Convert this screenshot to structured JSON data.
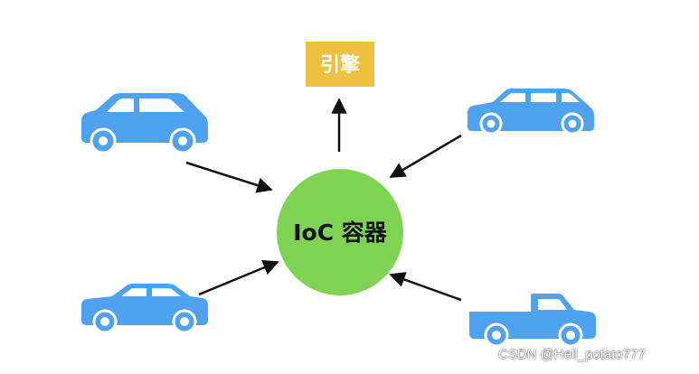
{
  "center": {
    "label": "IoC 容器"
  },
  "engine": {
    "label": "引擎"
  },
  "watermark": "CSDN @Hell_potato777",
  "vehicles": [
    {
      "type": "hatchback"
    },
    {
      "type": "station-wagon"
    },
    {
      "type": "sedan"
    },
    {
      "type": "pickup-truck"
    }
  ],
  "colors": {
    "car": "#4ea2f0",
    "container": "#7fd352",
    "engine_box": "#efbf3f",
    "engine_text": "#ffffff",
    "arrow": "#111111",
    "window": "#ffffff"
  }
}
